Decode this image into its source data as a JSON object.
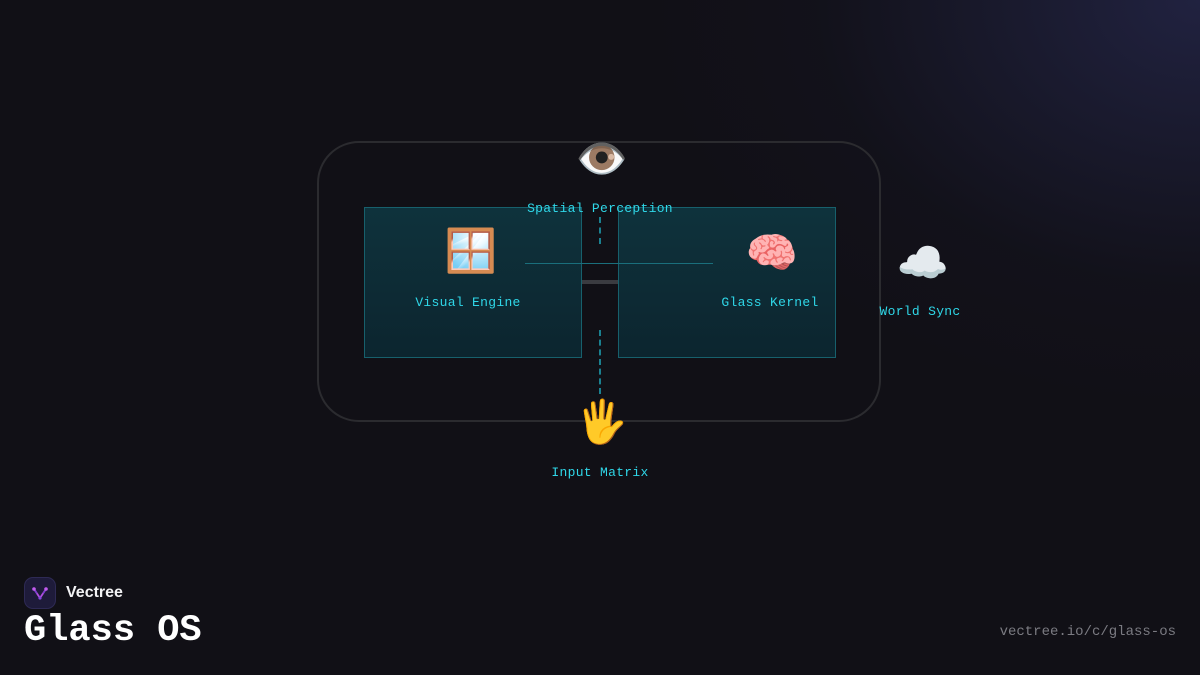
{
  "diagram": {
    "nodes": {
      "spatial_perception": {
        "icon": "eye-icon",
        "glyph": "👁️",
        "label": "Spatial Perception"
      },
      "visual_engine": {
        "icon": "window-icon",
        "glyph": "🪟",
        "label": "Visual Engine"
      },
      "glass_kernel": {
        "icon": "brain-icon",
        "glyph": "🧠",
        "label": "Glass Kernel"
      },
      "world_sync": {
        "icon": "cloud-icon",
        "glyph": "☁️",
        "label": "World Sync"
      },
      "input_matrix": {
        "icon": "raised-hand-icon",
        "glyph": "🖐",
        "label": "Input Matrix"
      }
    },
    "colors": {
      "label": "#2fd7e8",
      "panel_border": "#17606c",
      "frame_border": "#2b2b2f"
    }
  },
  "footer": {
    "brand_name": "Vectree",
    "brand_logo_icon": "vectree-logo-icon",
    "product_title": "Glass OS",
    "url": "vectree.io/c/glass-os"
  }
}
